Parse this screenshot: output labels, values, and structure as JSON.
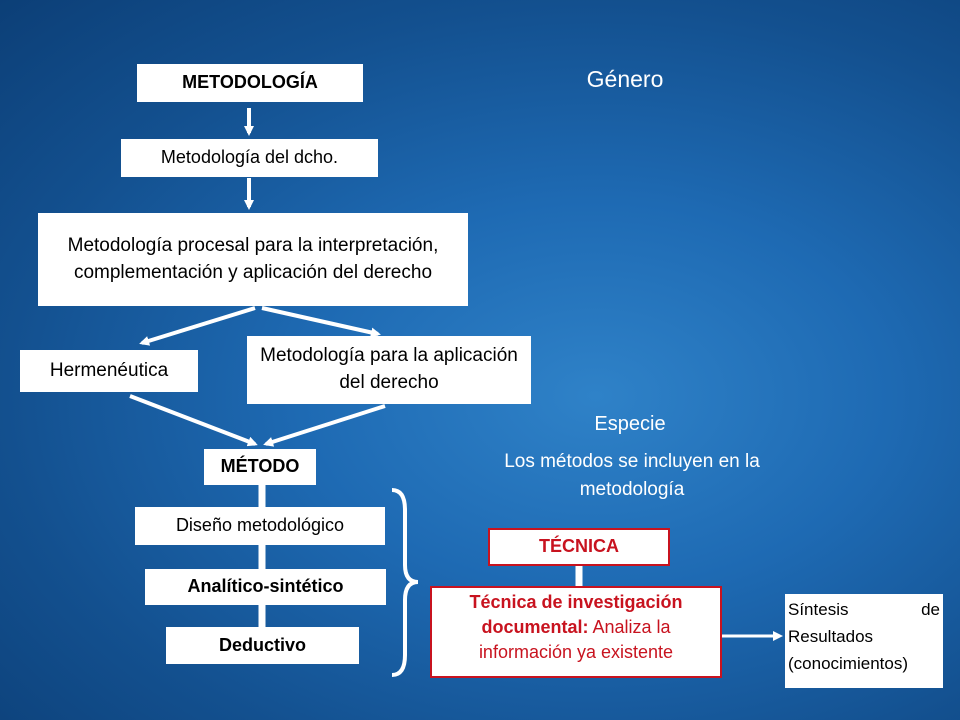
{
  "boxes": {
    "metodologia": "METODOLOGÍA",
    "metodologia_dcho": "Metodología del dcho.",
    "procesal": "Metodología procesal para la interpretación, complementación y aplicación del derecho",
    "hermeneutica": "Hermenéutica",
    "aplicacion": "Metodología para la aplicación del derecho",
    "metodo": "MÉTODO",
    "diseno": "Diseño metodológico",
    "analitico": "Analítico-sintético",
    "deductivo": "Deductivo",
    "tecnica": "TÉCNICA",
    "tecnica_doc_bold": "Técnica de investigación documental:",
    "tecnica_doc_rest": " Analiza la información ya existente",
    "sintesis": "Síntesis de Resultados (conocimientos)"
  },
  "labels": {
    "genero": "Género",
    "especie": "Especie",
    "incluyen": "Los métodos se incluyen en la metodología"
  },
  "colors": {
    "background": "#1e6ab3",
    "box": "#ffffff",
    "tecnica_text": "#c8131f",
    "tecnica_border": "#c8131f"
  }
}
